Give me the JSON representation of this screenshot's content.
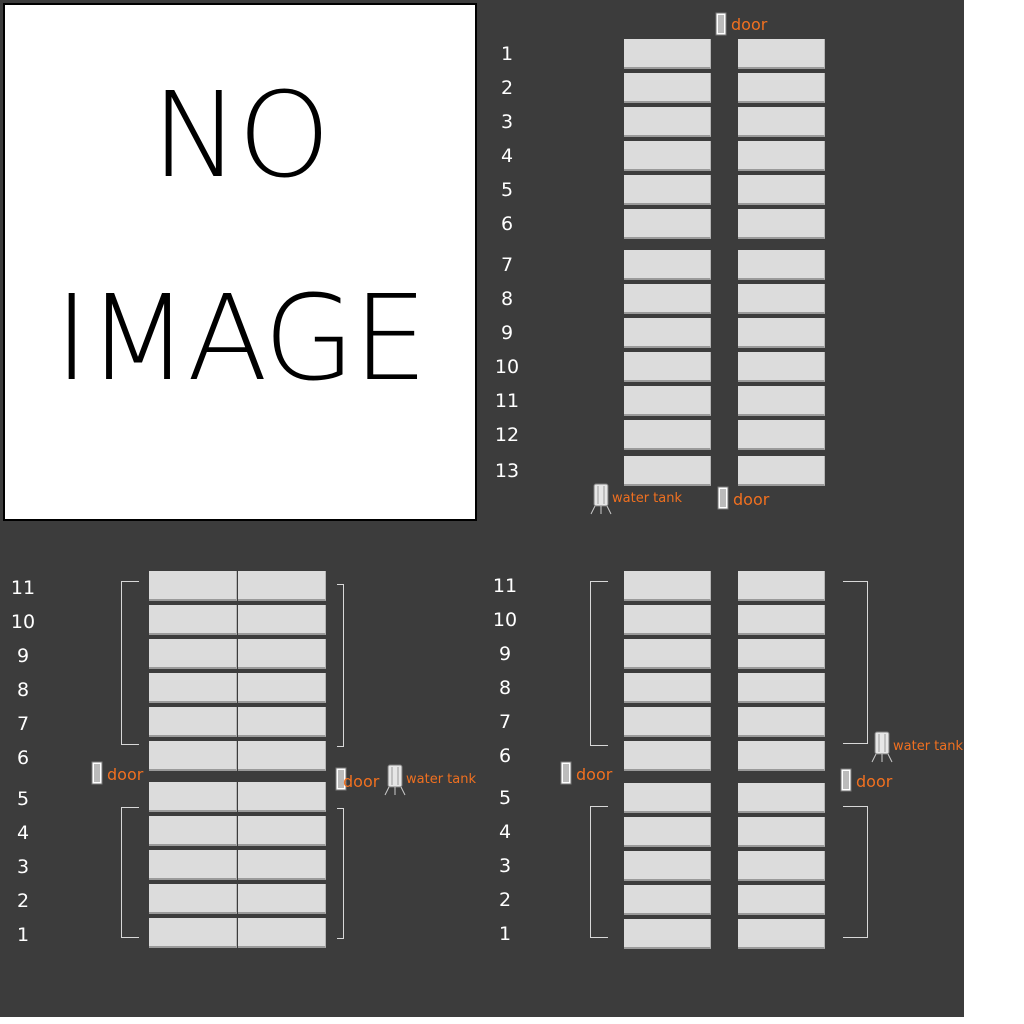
{
  "placeholder": {
    "line1": "NO",
    "line2": "IMAGE"
  },
  "labels": {
    "door": "door",
    "water_tank": "water tank"
  },
  "colors": {
    "background": "#3c3c3c",
    "cell": "#dcdcdc",
    "label": "#f07020",
    "text": "#ffffff"
  },
  "icons": {
    "door": "door-icon",
    "tank": "water-tank-icon"
  },
  "layouts": [
    {
      "name": "layout-top-right",
      "rows": [
        "1",
        "2",
        "3",
        "4",
        "5",
        "6",
        "7",
        "8",
        "9",
        "10",
        "11",
        "12",
        "13"
      ],
      "columns": 2
    },
    {
      "name": "layout-bottom-left",
      "rows": [
        "11",
        "10",
        "9",
        "8",
        "7",
        "6",
        "5",
        "4",
        "3",
        "2",
        "1"
      ],
      "columns": 2
    },
    {
      "name": "layout-bottom-right",
      "rows": [
        "11",
        "10",
        "9",
        "8",
        "7",
        "6",
        "5",
        "4",
        "3",
        "2",
        "1"
      ],
      "columns": 2
    }
  ]
}
